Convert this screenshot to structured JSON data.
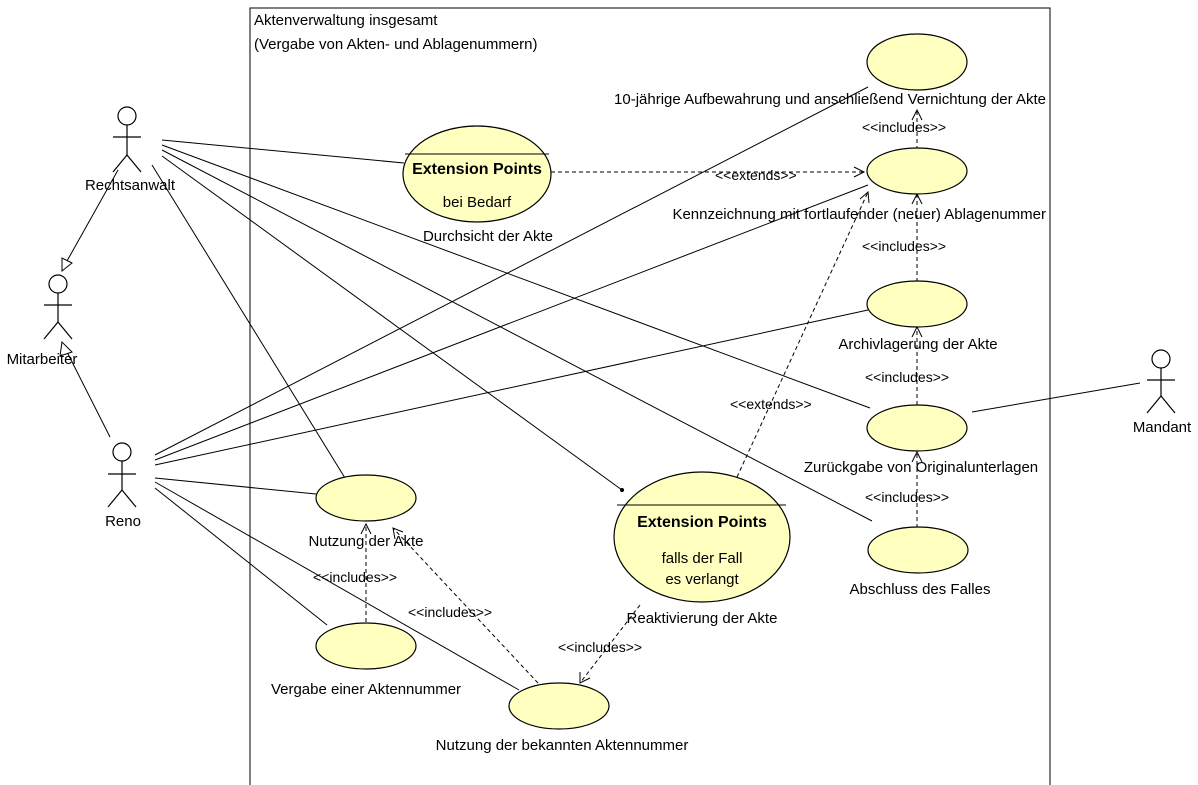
{
  "system": {
    "title_line1": "Aktenverwaltung insgesamt",
    "title_line2": "(Vergabe von Akten- und Ablagenummern)"
  },
  "actors": {
    "rechtsanwalt": "Rechtsanwalt",
    "mitarbeiter": "Mitarbeiter",
    "reno": "Reno",
    "mandant": "Mandant"
  },
  "use_cases": {
    "aufbewahrung": "10-jährige Aufbewahrung und anschließend Vernichtung der Akte",
    "kennzeichnung": "Kennzeichnung mit fortlaufender (neuer) Ablagenummer",
    "archivlagerung": "Archivlagerung der Akte",
    "rueckgabe": "Zurückgabe von Originalunterlagen",
    "abschluss": "Abschluss des Falles",
    "durchsicht": {
      "name": "Durchsicht der Akte",
      "ep_title": "Extension Points",
      "ep_1": "bei Bedarf"
    },
    "reaktivierung": {
      "name": "Reaktivierung der Akte",
      "ep_title": "Extension Points",
      "ep_1": "falls der Fall",
      "ep_2": "es verlangt"
    },
    "nutzung": "Nutzung der Akte",
    "vergabe": "Vergabe einer Aktennummer",
    "bekannte": "Nutzung der bekannten Aktennummer"
  },
  "relations": {
    "includes": "<<includes>>",
    "extends": "<<extends>>"
  },
  "colors": {
    "use_case_fill": "#ffffc0",
    "line": "#000000",
    "background": "#ffffff"
  }
}
